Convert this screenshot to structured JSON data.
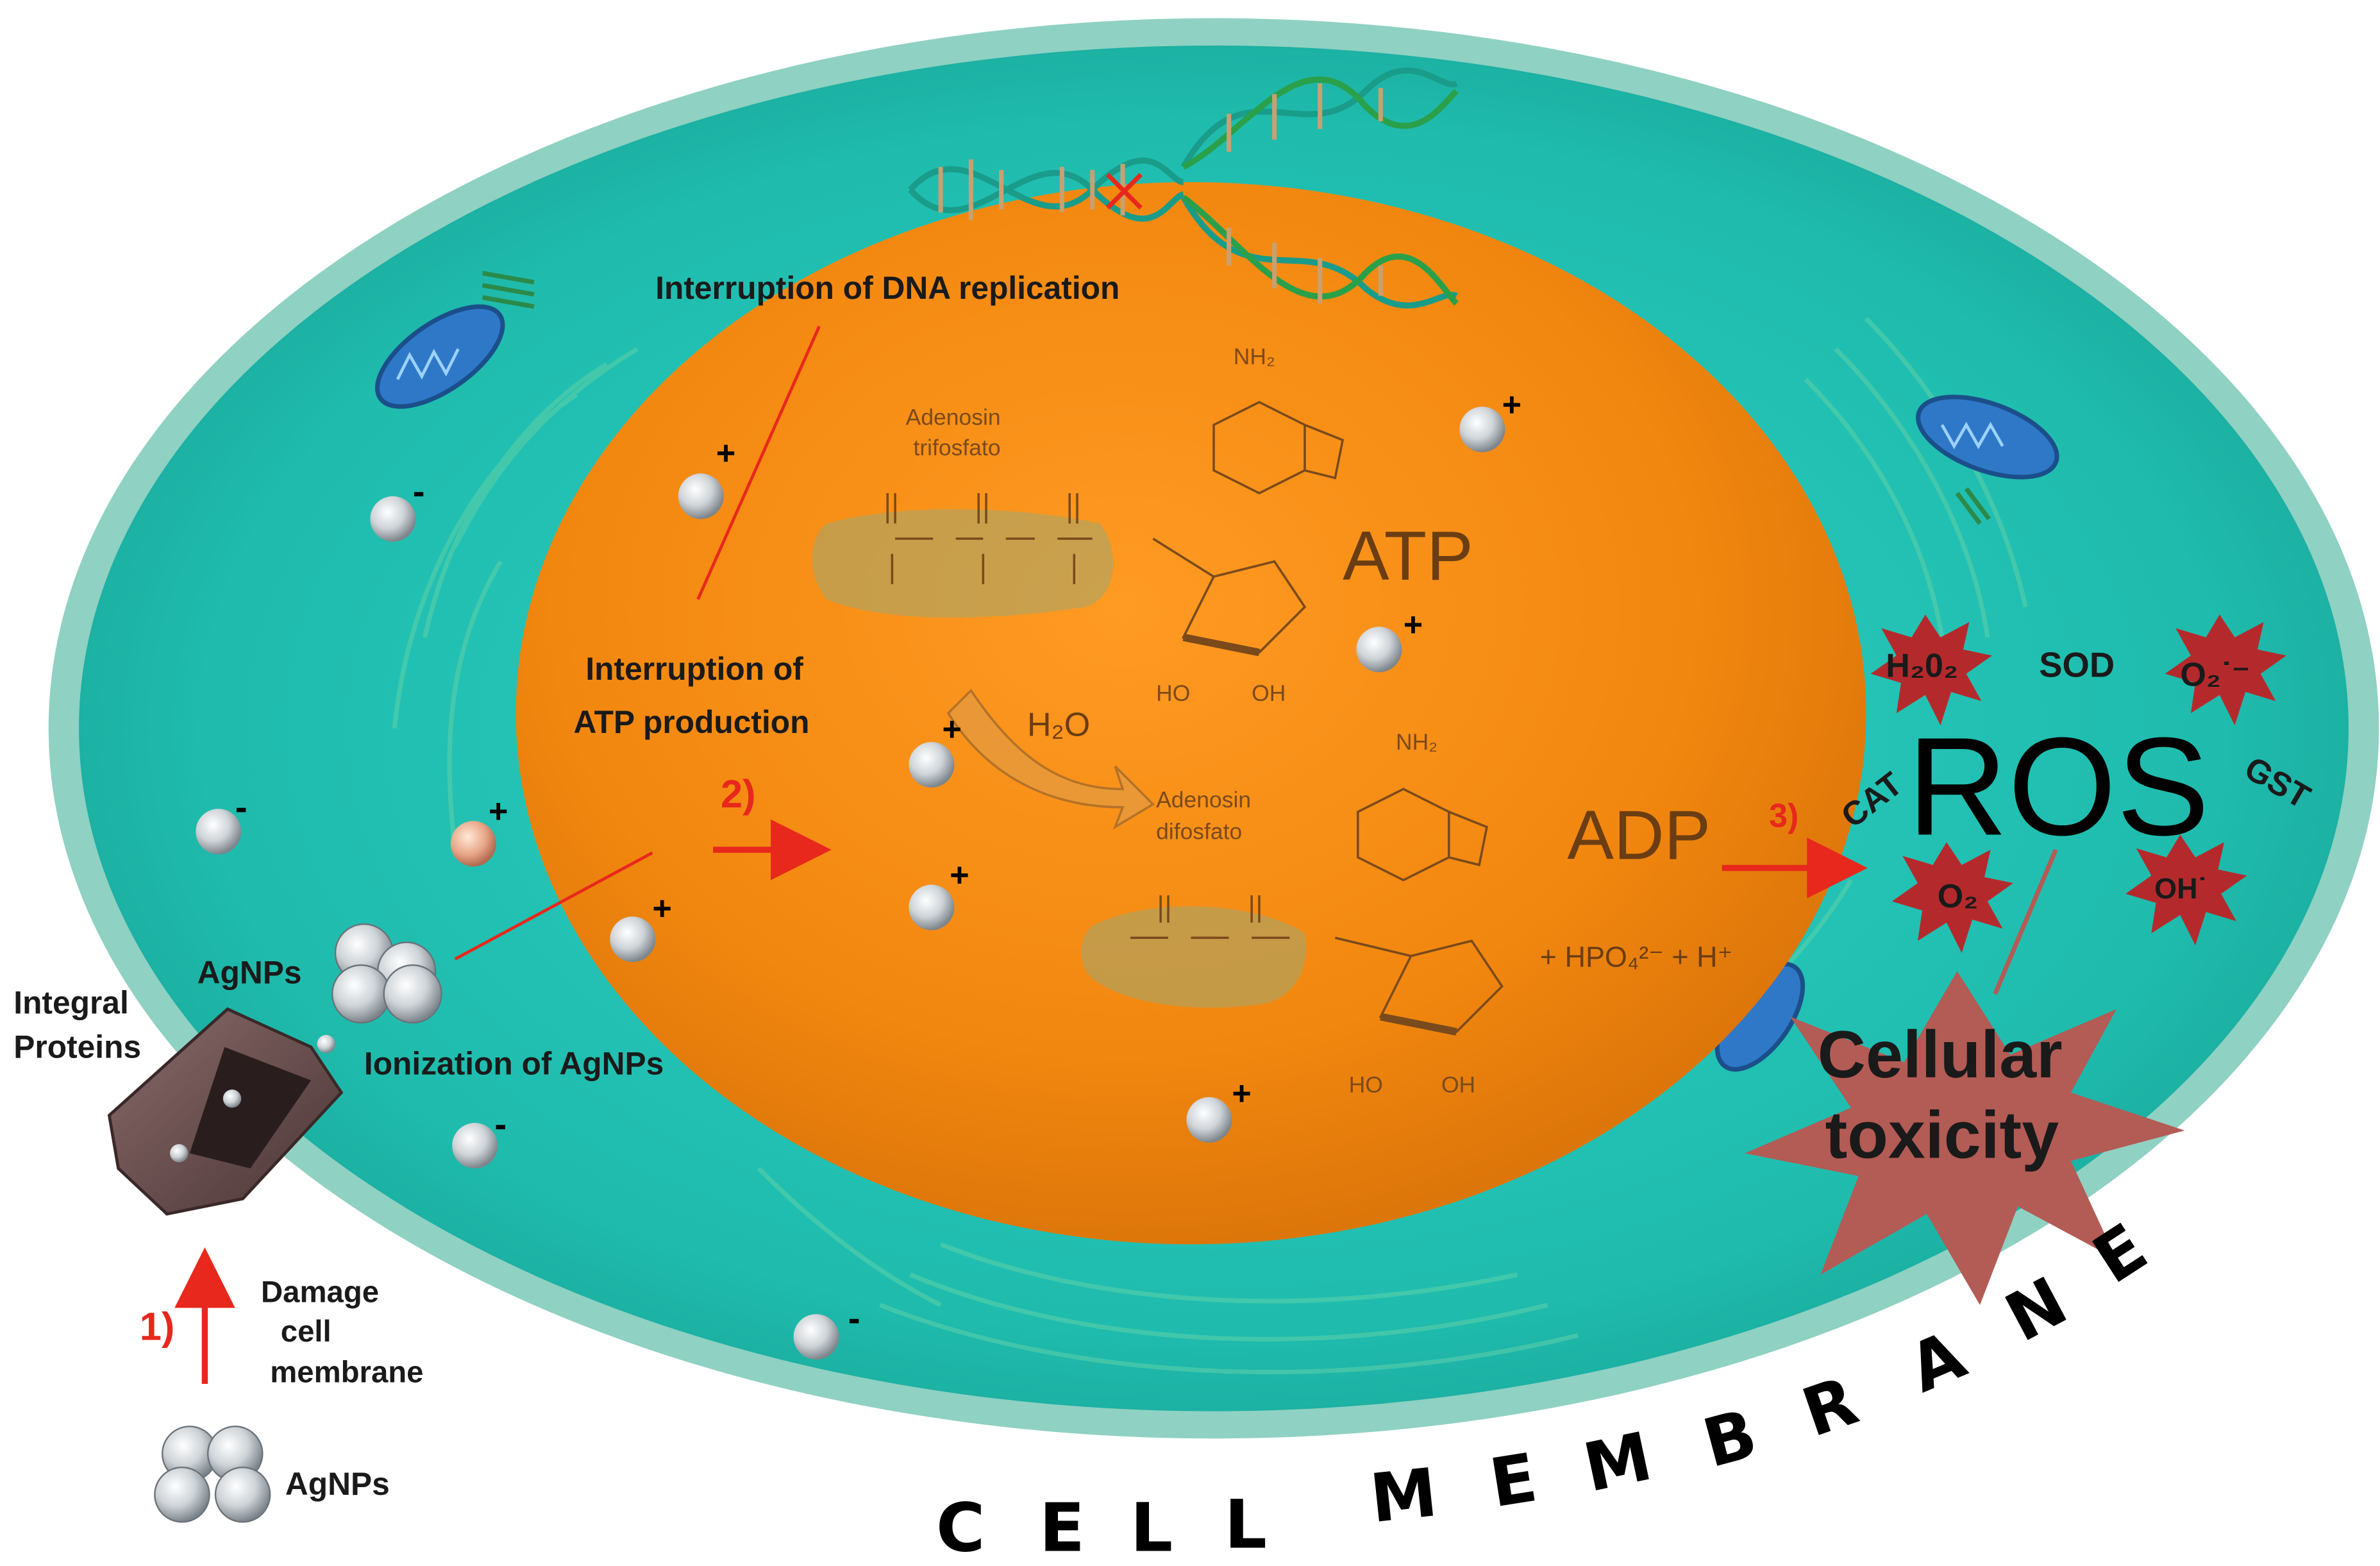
{
  "labels": {
    "dna": "Interruption of DNA replication",
    "atp_int_1": "Interruption of",
    "atp_int_2": "ATP production",
    "ionization": "Ionization of AgNPs",
    "agnps_top": "AgNPs",
    "agnps_bottom": "AgNPs",
    "integral_1": "Integral",
    "integral_2": "Proteins",
    "damage_1": "Damage",
    "damage_2": "cell",
    "damage_3": "membrane",
    "step1": "1)",
    "step2": "2)",
    "step3": "3)",
    "tox_1": "Cellular",
    "tox_2": "toxicity"
  },
  "chem": {
    "adenosin_tri_1": "Adenosin",
    "adenosin_tri_2": "trifosfato",
    "adenosin_di_1": "Adenosin",
    "adenosin_di_2": "difosfato",
    "atp": "ATP",
    "adp": "ADP",
    "h2o": "H₂O",
    "phosphate": "+ HPO₄²⁻  + H⁺",
    "nh2": "NH₂",
    "ho": "HO",
    "oh": "OH"
  },
  "ros": {
    "main": "ROS",
    "h2o2": "H₂0₂",
    "sod": "SOD",
    "o2_radical": "O₂˙⁻",
    "cat": "CAT",
    "gst": "GST",
    "o2": "O₂",
    "oh_radical": "OH˙"
  },
  "membrane_letters": [
    "C",
    "E",
    "L",
    "L",
    "M",
    "E",
    "M",
    "B",
    "R",
    "A",
    "N",
    "E"
  ],
  "colors": {
    "cytoplasm": "#22c1b3",
    "membrane": "#8fd1c2",
    "nucleus": "#f28a12",
    "ros_star": "#b42a2c",
    "toxicity_star": "#b35b55",
    "arrow_red": "#e8281c"
  }
}
